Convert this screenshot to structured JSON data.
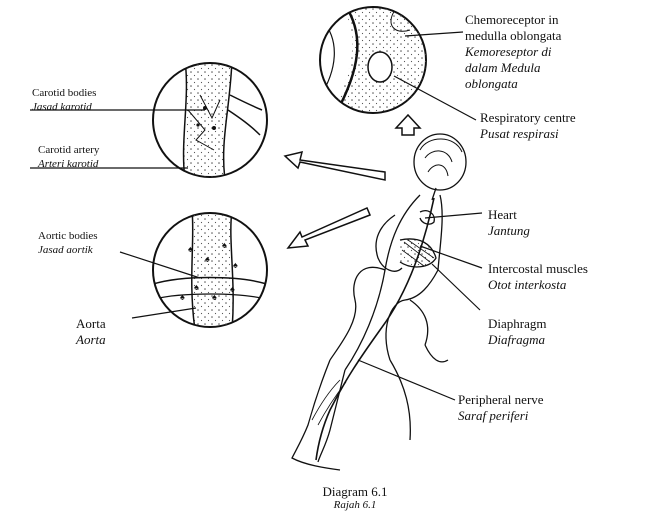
{
  "labels": {
    "chemoreceptor": {
      "en_line1": "Chemoreceptor in",
      "en_line2": "medulla oblongata",
      "ms_line1": "Kemoreseptor di",
      "ms_line2": "dalam Medula",
      "ms_line3": "oblongata"
    },
    "respiratory_centre": {
      "en": "Respiratory centre",
      "ms": "Pusat respirasi"
    },
    "carotid_bodies": {
      "en": "Carotid bodies",
      "ms": "Jasad karotid"
    },
    "carotid_artery": {
      "en": "Carotid artery",
      "ms": "Arteri karotid"
    },
    "aortic_bodies": {
      "en": "Aortic bodies",
      "ms": "Jasad aortik"
    },
    "aorta": {
      "en": "Aorta",
      "ms": "Aorta"
    },
    "heart": {
      "en": "Heart",
      "ms": "Jantung"
    },
    "intercostal_muscles": {
      "en": "Intercostal muscles",
      "ms": "Otot interkosta"
    },
    "diaphragm": {
      "en": "Diaphragm",
      "ms": "Diafragma"
    },
    "peripheral_nerve": {
      "en": "Peripheral nerve",
      "ms": "Saraf periferi"
    }
  },
  "caption": {
    "title": "Diagram 6.1",
    "subtitle": "Rajah 6.1"
  },
  "colors": {
    "ink": "#111111",
    "stipple": "#555555",
    "background": "#ffffff"
  }
}
